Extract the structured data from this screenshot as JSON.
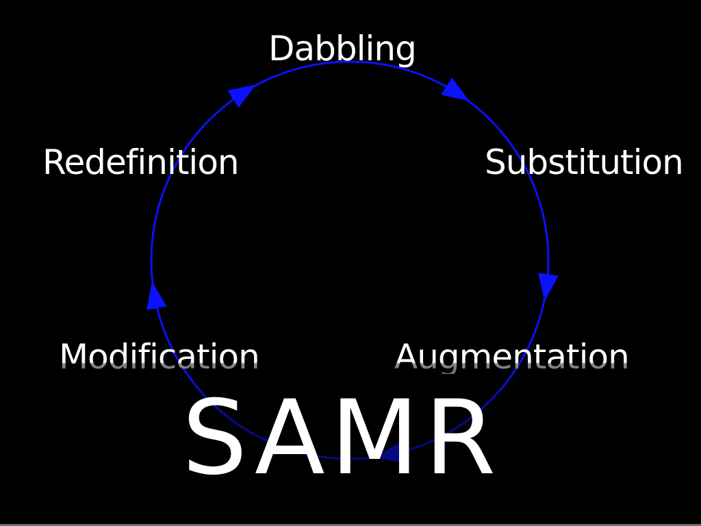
{
  "diagram": {
    "type": "cycle",
    "direction": "clockwise",
    "title": "SAMR",
    "stages": [
      {
        "id": "dabbling",
        "label": "Dabbling",
        "position": "top"
      },
      {
        "id": "substitution",
        "label": "Substitution",
        "position": "upper-right"
      },
      {
        "id": "augmentation",
        "label": "Augmentation",
        "position": "lower-right"
      },
      {
        "id": "modification",
        "label": "Modification",
        "position": "lower-left"
      },
      {
        "id": "redefinition",
        "label": "Redefinition",
        "position": "upper-left"
      }
    ],
    "colors": {
      "background": "#000000",
      "cycle": "#0a12ff",
      "text": "#ffffff"
    }
  }
}
